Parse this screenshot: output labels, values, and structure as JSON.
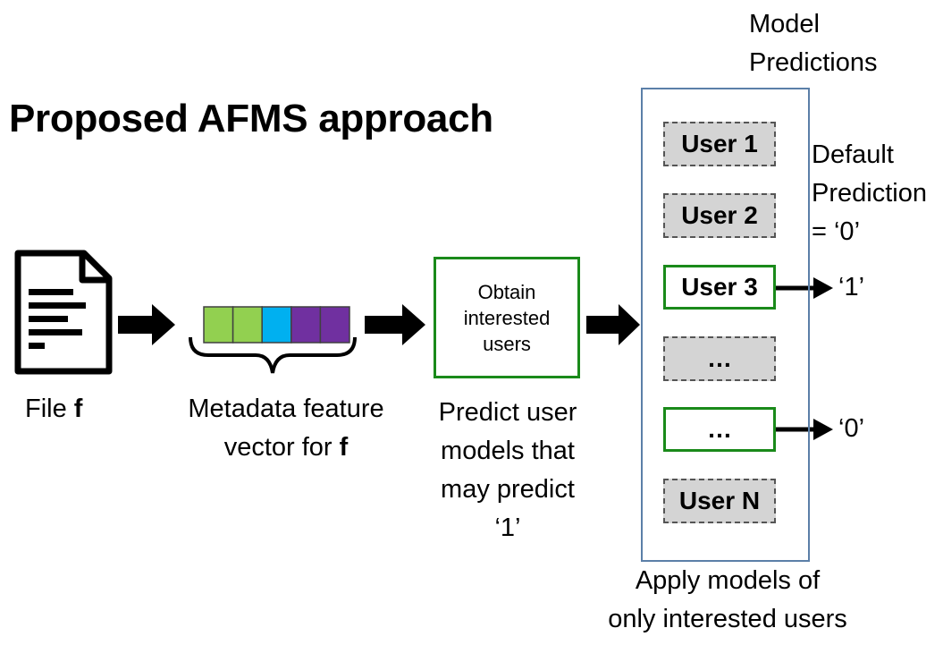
{
  "title": "Proposed AFMS approach",
  "file_label": "File",
  "file_var": "f",
  "feature_label_line1": "Metadata feature",
  "feature_label_line2": "vector for",
  "feature_var": "f",
  "feature_colors": [
    "#92d050",
    "#92d050",
    "#00b0f0",
    "#7030a0",
    "#7030a0"
  ],
  "obtain_text_1": "Obtain",
  "obtain_text_2": "interested",
  "obtain_text_3": "users",
  "predict_line1": "Predict user",
  "predict_line2": "models that",
  "predict_line3": "may predict",
  "predict_line4": "‘1’",
  "model_predictions_1": "Model",
  "model_predictions_2": "Predictions",
  "default_1": "Default",
  "default_2": "Prediction",
  "default_3": "= ‘0’",
  "users": [
    {
      "label": "User 1",
      "interested": false
    },
    {
      "label": "User 2",
      "interested": false
    },
    {
      "label": "User 3",
      "interested": true,
      "prediction": "‘1’"
    },
    {
      "label": "…",
      "interested": false
    },
    {
      "label": "…",
      "interested": true,
      "prediction": "‘0’"
    },
    {
      "label": "User N",
      "interested": false
    }
  ],
  "apply_line1": "Apply models of",
  "apply_line2": "only interested users",
  "colors": {
    "interested_border": "#1a8a1a",
    "dim_fill": "#d4d4d4",
    "panel_border": "#5b7fa8"
  }
}
